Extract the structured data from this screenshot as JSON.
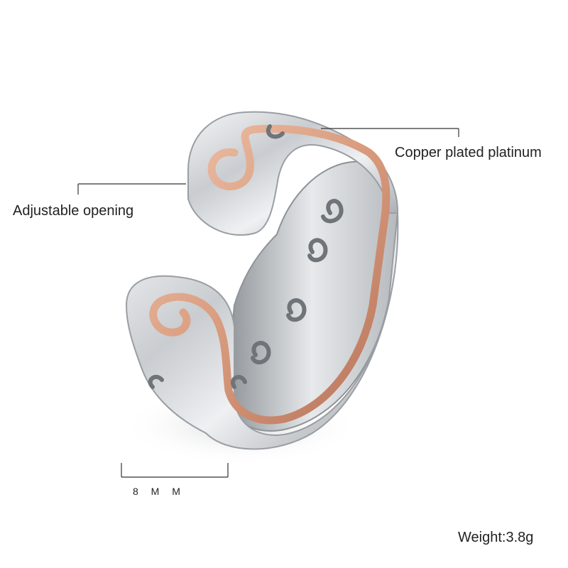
{
  "product": {
    "subject": "open-ring",
    "colors": {
      "silver": "#d9dbde",
      "silver_dark": "#9a9ea3",
      "silver_light": "#f4f5f6",
      "rose_gold": "#d89a7c",
      "rose_gold_dark": "#b7735a",
      "line": "#333333"
    }
  },
  "labels": {
    "copper": "Copper plated platinum",
    "opening": "Adjustable opening",
    "width": "8 M M",
    "weight": "Weight:3.8g"
  }
}
